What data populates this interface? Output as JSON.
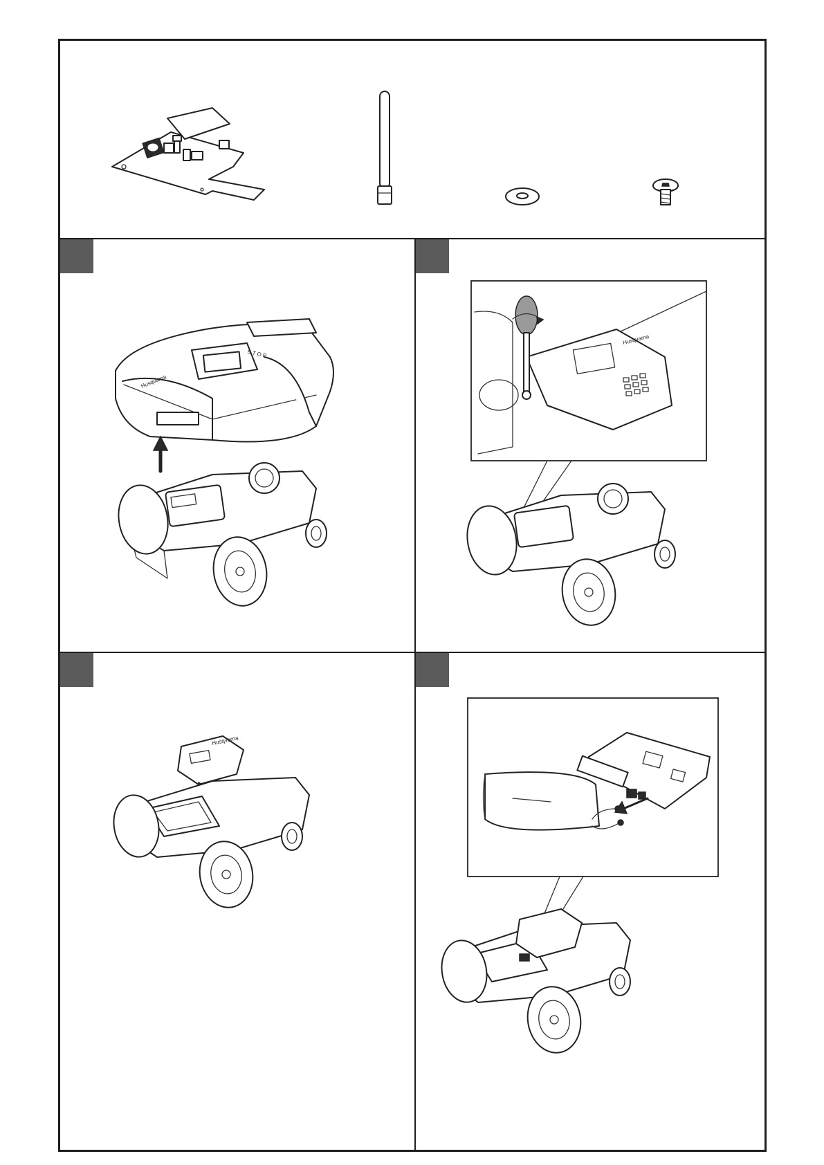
{
  "document": {
    "type": "assembly-instructions",
    "layout": "parts-header-and-four-steps",
    "colors": {
      "ink": "#222222",
      "step_tab": "#5b5b5b",
      "paper": "#ffffff"
    }
  },
  "parts": [
    {
      "icon": "circuit-board-icon"
    },
    {
      "icon": "antenna-rod-icon"
    },
    {
      "icon": "washer-icon"
    },
    {
      "icon": "screw-icon"
    }
  ],
  "steps": [
    {
      "icon": "lift-cover-off-mower-icon"
    },
    {
      "icon": "unscrew-control-panel-icon"
    },
    {
      "icon": "flip-control-panel-icon"
    },
    {
      "icon": "disconnect-battery-connector-icon"
    }
  ],
  "brand": {
    "logo_text": "Husqvarna",
    "cover_stop_text": "S T O P"
  }
}
